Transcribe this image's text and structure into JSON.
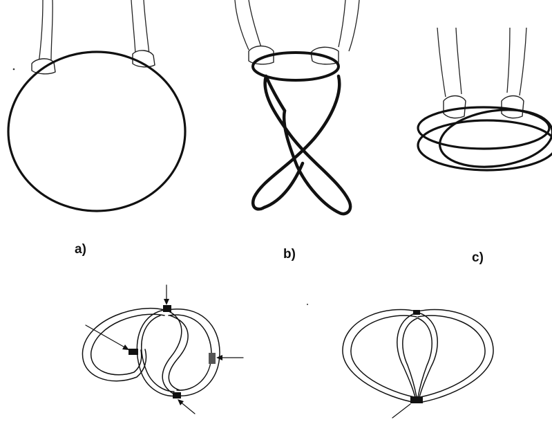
{
  "panels": [
    {
      "id": "a",
      "label": "a)"
    },
    {
      "id": "b",
      "label": "b)"
    },
    {
      "id": "c",
      "label": "c)"
    }
  ],
  "colors": {
    "ink": "#111111",
    "background": "#ffffff"
  }
}
